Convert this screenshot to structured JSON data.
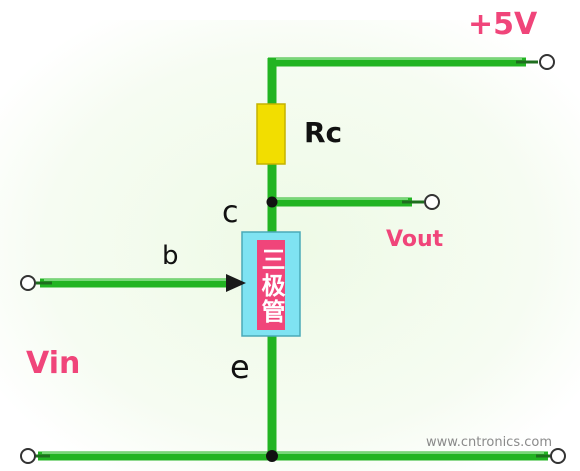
{
  "labels": {
    "supply": "+5V",
    "collector_resistor": "Rc",
    "collector_pin": "c",
    "base_pin": "b",
    "emitter_pin": "e",
    "input": "Vin",
    "output": "Vout",
    "transistor": "三极管"
  },
  "watermark": "www.cntronics.com",
  "colors": {
    "wire": "#22b422",
    "wire_highlight": "#8fe08f",
    "background_tint": "#eefae6",
    "resistor": "#f2de00",
    "transistor_body": "#7fe3f2",
    "pink_label": "#f0457a",
    "black_label": "#111111",
    "junction": "#111111",
    "terminal": "#ffffff"
  }
}
